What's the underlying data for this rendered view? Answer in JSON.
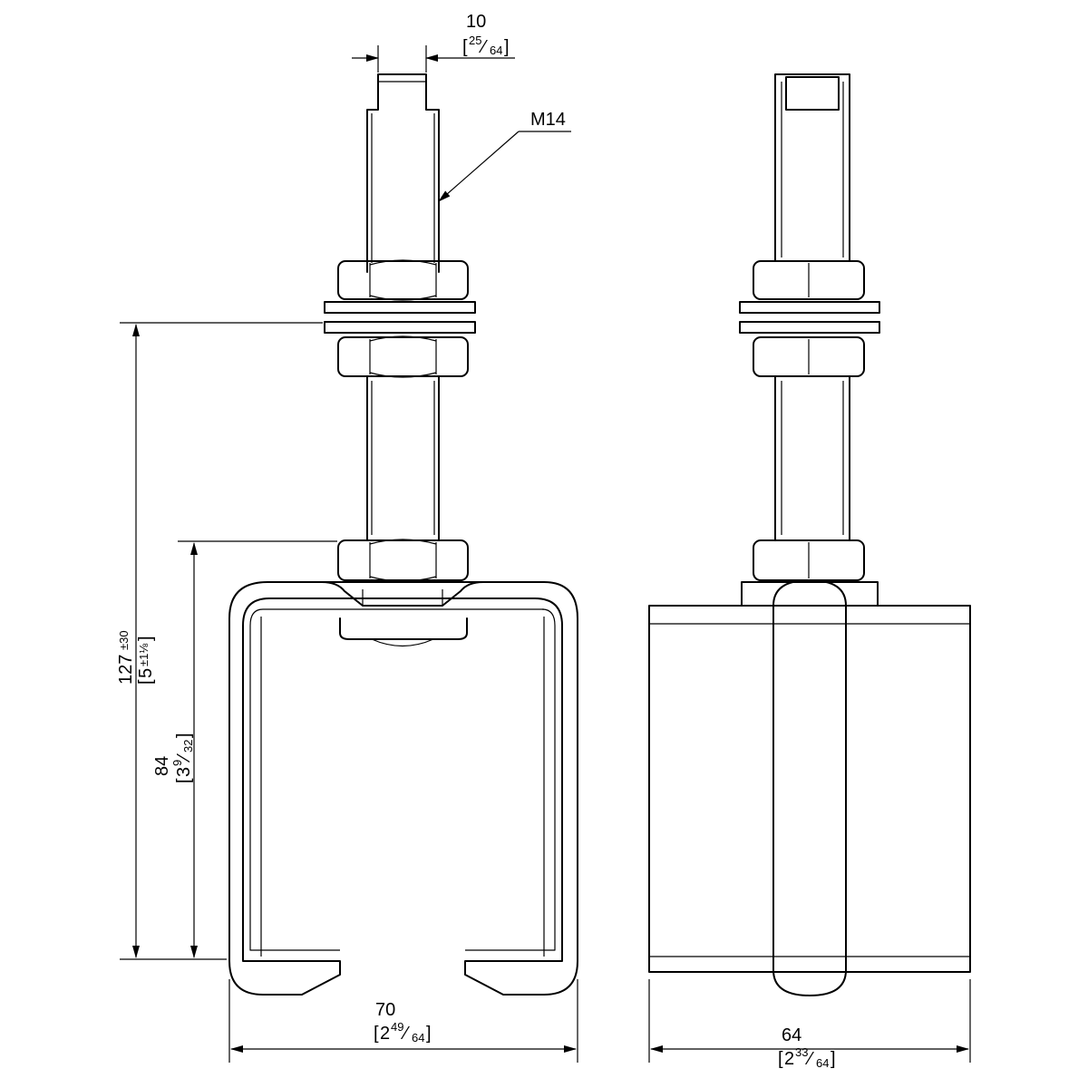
{
  "dimensions": {
    "top_width": {
      "value": "10",
      "inch_num": "25",
      "inch_den": "64"
    },
    "thread": {
      "label": "M14"
    },
    "overall_height": {
      "value": "127",
      "tolerance": "±30",
      "inch_whole": "5",
      "inch_tolerance": "±1⅛"
    },
    "channel_height": {
      "value": "84",
      "inch_whole": "3",
      "inch_num": "9",
      "inch_den": "32"
    },
    "front_width": {
      "value": "70",
      "inch_whole": "2",
      "inch_num": "49",
      "inch_den": "64"
    },
    "side_width": {
      "value": "64",
      "inch_whole": "2",
      "inch_num": "33",
      "inch_den": "64"
    }
  }
}
